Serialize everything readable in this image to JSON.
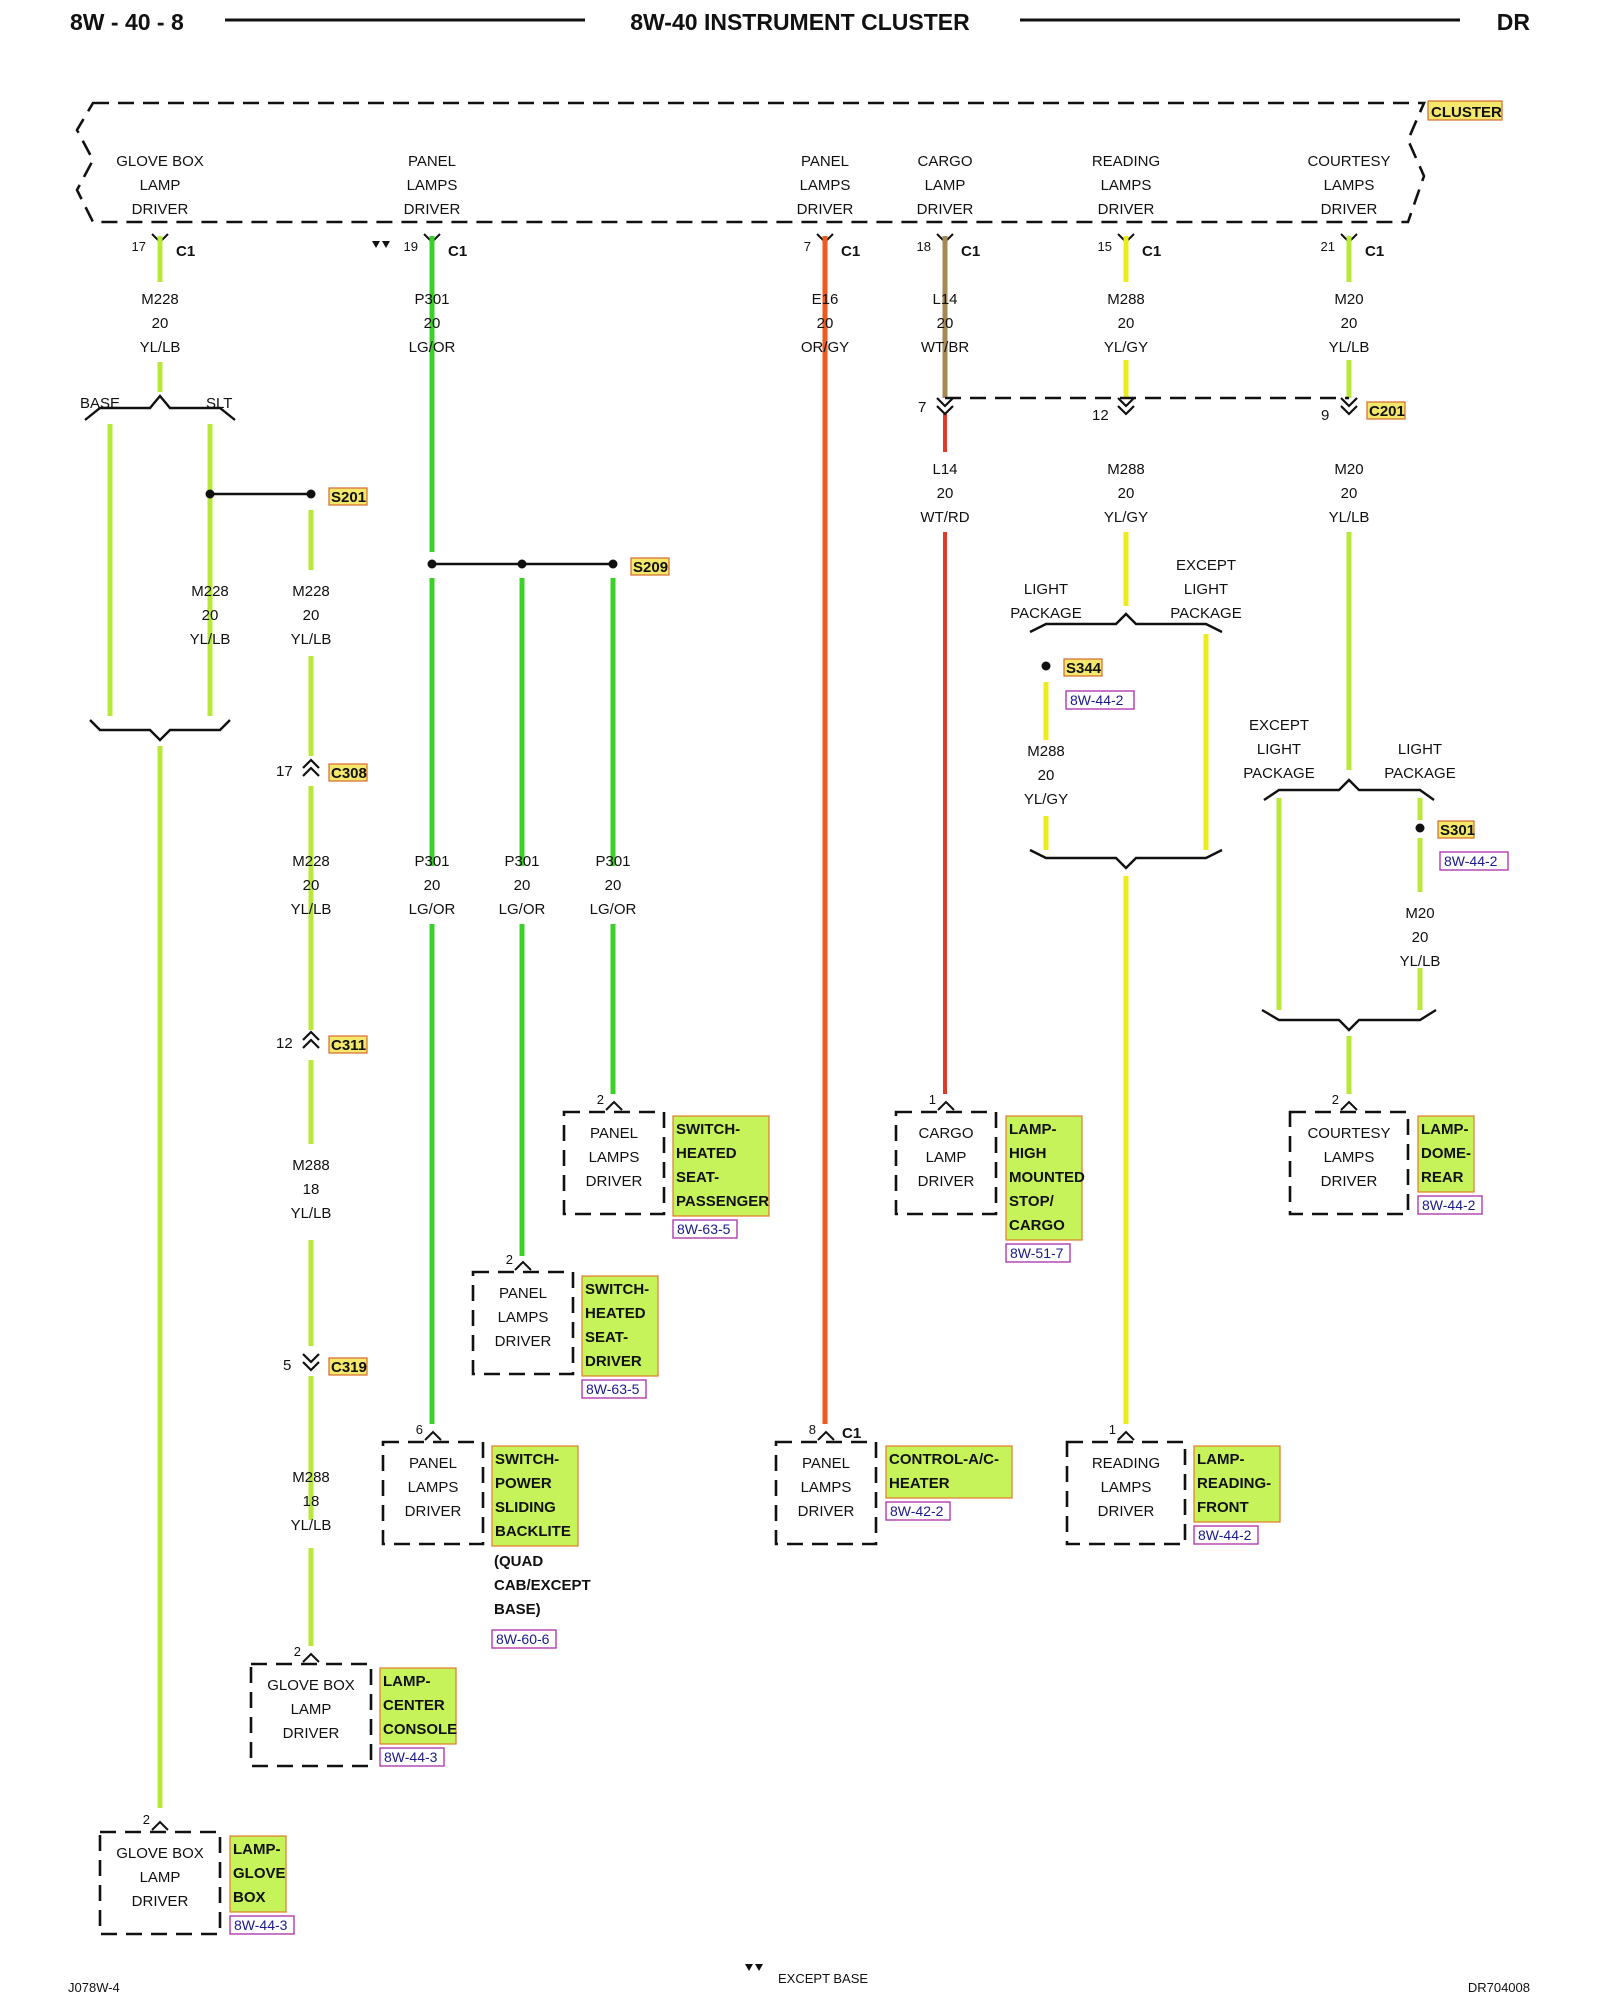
{
  "header": {
    "page": "8W - 40 - 8",
    "title": "8W-40 INSTRUMENT CLUSTER",
    "model": "DR"
  },
  "colors": {
    "yl_lb": "#b8e83a",
    "lg_or": "#3dcf2a",
    "or_gy": "#ef5a1e",
    "wt_br": "#a58a55",
    "wt_rd": "#e03a2a",
    "yl_gy": "#ecec1c",
    "label_fill": "#c6f25a",
    "cluster_fill": "#f3e86b"
  },
  "cluster": {
    "label": "CLUSTER",
    "drivers": [
      {
        "lines": [
          "GLOVE BOX",
          "LAMP",
          "DRIVER"
        ],
        "pin": "17",
        "conn": "C1",
        "circuit": [
          "M228",
          "20",
          "YL/LB"
        ]
      },
      {
        "lines": [
          "PANEL",
          "LAMPS",
          "DRIVER"
        ],
        "pin": "19",
        "conn": "C1",
        "circuit": [
          "P301",
          "20",
          "LG/OR"
        ]
      },
      {
        "lines": [
          "PANEL",
          "LAMPS",
          "DRIVER"
        ],
        "pin": "7",
        "conn": "C1",
        "circuit": [
          "E16",
          "20",
          "OR/GY"
        ]
      },
      {
        "lines": [
          "CARGO",
          "LAMP",
          "DRIVER"
        ],
        "pin": "18",
        "conn": "C1",
        "circuit": [
          "L14",
          "20",
          "WT/BR"
        ]
      },
      {
        "lines": [
          "READING",
          "LAMPS",
          "DRIVER"
        ],
        "pin": "15",
        "conn": "C1",
        "circuit": [
          "M288",
          "20",
          "YL/GY"
        ]
      },
      {
        "lines": [
          "COURTESY",
          "LAMPS",
          "DRIVER"
        ],
        "pin": "21",
        "conn": "C1",
        "circuit": [
          "M20",
          "20",
          "YL/LB"
        ]
      }
    ]
  },
  "options": {
    "base": "BASE",
    "slt": "SLT",
    "light_package": [
      "LIGHT",
      "PACKAGE"
    ],
    "except_light_package": [
      "EXCEPT",
      "LIGHT",
      "PACKAGE"
    ]
  },
  "splices": {
    "s201": "S201",
    "s209": "S209",
    "s344": "S344",
    "s301": "S301"
  },
  "connectors": {
    "c308": {
      "name": "C308",
      "pin": "17"
    },
    "c311": {
      "name": "C311",
      "pin": "12"
    },
    "c319": {
      "name": "C319",
      "pin": "5"
    },
    "c201": {
      "name": "C201",
      "pins": [
        "7",
        "12",
        "9"
      ]
    }
  },
  "circuits": {
    "m228_yl_lb": [
      "M228",
      "20",
      "YL/LB"
    ],
    "m288_18_yl_lb": [
      "M288",
      "18",
      "YL/LB"
    ],
    "p301_lg_or": [
      "P301",
      "20",
      "LG/OR"
    ],
    "l14_wt_rd": [
      "L14",
      "20",
      "WT/RD"
    ],
    "m288_yl_gy": [
      "M288",
      "20",
      "YL/GY"
    ],
    "m20_yl_lb": [
      "M20",
      "20",
      "YL/LB"
    ]
  },
  "components": [
    {
      "id": "glove",
      "pin": "2",
      "driver": [
        "GLOVE BOX",
        "LAMP",
        "DRIVER"
      ],
      "label": [
        "LAMP-",
        "GLOVE",
        "BOX"
      ],
      "ref": "8W-44-3"
    },
    {
      "id": "console",
      "pin": "2",
      "driver": [
        "GLOVE BOX",
        "LAMP",
        "DRIVER"
      ],
      "label": [
        "LAMP-",
        "CENTER",
        "CONSOLE"
      ],
      "ref": "8W-44-3"
    },
    {
      "id": "backlite",
      "pin": "6",
      "driver": [
        "PANEL",
        "LAMPS",
        "DRIVER"
      ],
      "label": [
        "SWITCH-",
        "POWER",
        "SLIDING",
        "BACKLITE"
      ],
      "note": [
        "(QUAD",
        "CAB/EXCEPT",
        "BASE)"
      ],
      "ref": "8W-60-6"
    },
    {
      "id": "seat_driver",
      "pin": "2",
      "driver": [
        "PANEL",
        "LAMPS",
        "DRIVER"
      ],
      "label": [
        "SWITCH-",
        "HEATED",
        "SEAT-",
        "DRIVER"
      ],
      "ref": "8W-63-5"
    },
    {
      "id": "seat_pass",
      "pin": "2",
      "driver": [
        "PANEL",
        "LAMPS",
        "DRIVER"
      ],
      "label": [
        "SWITCH-",
        "HEATED",
        "SEAT-",
        "PASSENGER"
      ],
      "ref": "8W-63-5"
    },
    {
      "id": "ac_heater",
      "pin": "8",
      "conn": "C1",
      "driver": [
        "PANEL",
        "LAMPS",
        "DRIVER"
      ],
      "label": [
        "CONTROL-A/C-",
        "HEATER"
      ],
      "ref": "8W-42-2"
    },
    {
      "id": "cargo",
      "pin": "1",
      "driver": [
        "CARGO",
        "LAMP",
        "DRIVER"
      ],
      "label": [
        "LAMP-",
        "HIGH",
        "MOUNTED",
        "STOP/",
        "CARGO"
      ],
      "ref": "8W-51-7"
    },
    {
      "id": "reading",
      "pin": "1",
      "driver": [
        "READING",
        "LAMPS",
        "DRIVER"
      ],
      "label": [
        "LAMP-",
        "READING-",
        "FRONT"
      ],
      "ref": "8W-44-2"
    },
    {
      "id": "dome",
      "pin": "2",
      "driver": [
        "COURTESY",
        "LAMPS",
        "DRIVER"
      ],
      "label": [
        "LAMP-",
        "DOME-",
        "REAR"
      ],
      "ref": "8W-44-2"
    }
  ],
  "refs": {
    "s344": "8W-44-2",
    "s301": "8W-44-2"
  },
  "footer": {
    "left": "J078W-4",
    "legend": "EXCEPT BASE",
    "right": "DR704008"
  }
}
